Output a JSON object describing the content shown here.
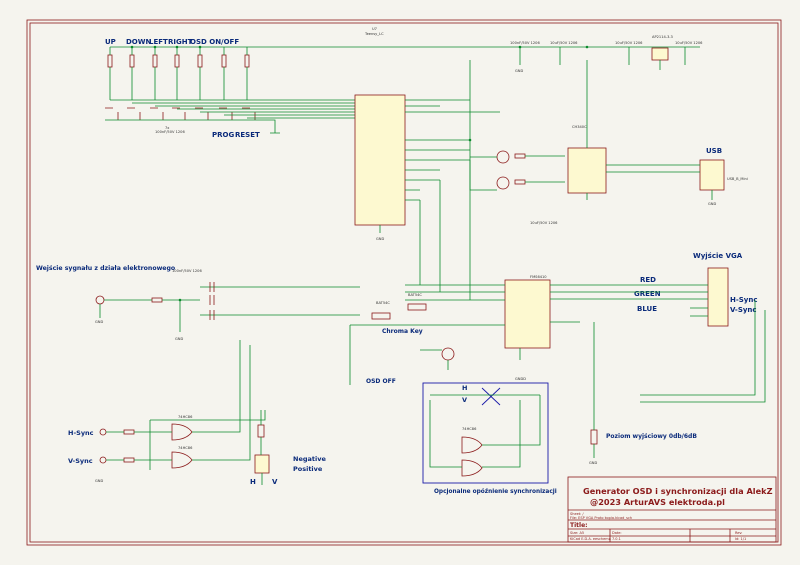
{
  "buttons": {
    "up": "UP",
    "down": "DOWN",
    "left": "LEFT",
    "right": "RIGHT",
    "osd": "OSD ON/OFF",
    "prog": "PROG",
    "reset": "RESET"
  },
  "labels": {
    "usb": "USB",
    "video_input": "Wejście sygnału z działa elektronowego",
    "vga_output": "Wyjście VGA",
    "red": "RED",
    "green": "GREEN",
    "blue": "BLUE",
    "hsync_out": "H-Sync",
    "vsync_out": "V-Sync",
    "hsync_in": "H-Sync",
    "vsync_in": "V-Sync",
    "chroma_key": "Chroma Key",
    "osd_off": "OSD OFF",
    "output_level": "Poziom wyjściowy 0db/6dB",
    "negative": "Negative",
    "positive": "Positive",
    "h": "H",
    "v": "V",
    "optional_delay": "Opcjonalne opóźnienie synchronizacji",
    "gnd": "GND",
    "gndd": "GNDD"
  },
  "parts": {
    "mcu_ref": "U7",
    "mcu": "Teensy_LC",
    "usb_ic": "CH340C",
    "regulator": "AP2114-3.3",
    "osd_ic": "FMS6410",
    "usb_conn": "USB_B_Mini",
    "diode": "BAT54C",
    "xor": "74HC86"
  },
  "notes": {
    "cap_buttons": "100nF/50V 1206",
    "cap_ref": "7x",
    "cap1": "100nF/50V 1206",
    "cap2": "10uF/50V 1206",
    "cap3": "10uF/50V 1206",
    "cap4": "10uF/50V 1206",
    "cap_video": "100nF/50V 1206",
    "cap_osd": "10uF/50V 1206"
  },
  "title_block": {
    "title_line1": "Generator OSD i synchronizacji dla AlekZ",
    "title_line2": "@2023 ArturAVS elektroda.pl",
    "sheet": "Sheet: /",
    "file": "File: ESP VGA Proto kopia.kicad_sch",
    "title_label": "Title:",
    "size": "Size: A5",
    "date": "Date:",
    "rev": "Rev:",
    "kicad": "KiCad E.D.A. eeschema 7.0.1",
    "id": "Id: 1/1"
  }
}
